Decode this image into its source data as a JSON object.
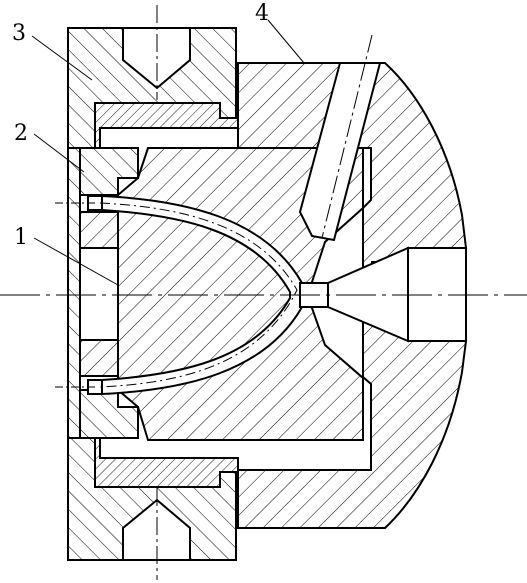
{
  "drawing": {
    "callouts": [
      {
        "id": "part-1",
        "text": "1"
      },
      {
        "id": "part-2",
        "text": "2"
      },
      {
        "id": "part-3",
        "text": "3"
      },
      {
        "id": "part-4",
        "text": "4"
      }
    ]
  }
}
